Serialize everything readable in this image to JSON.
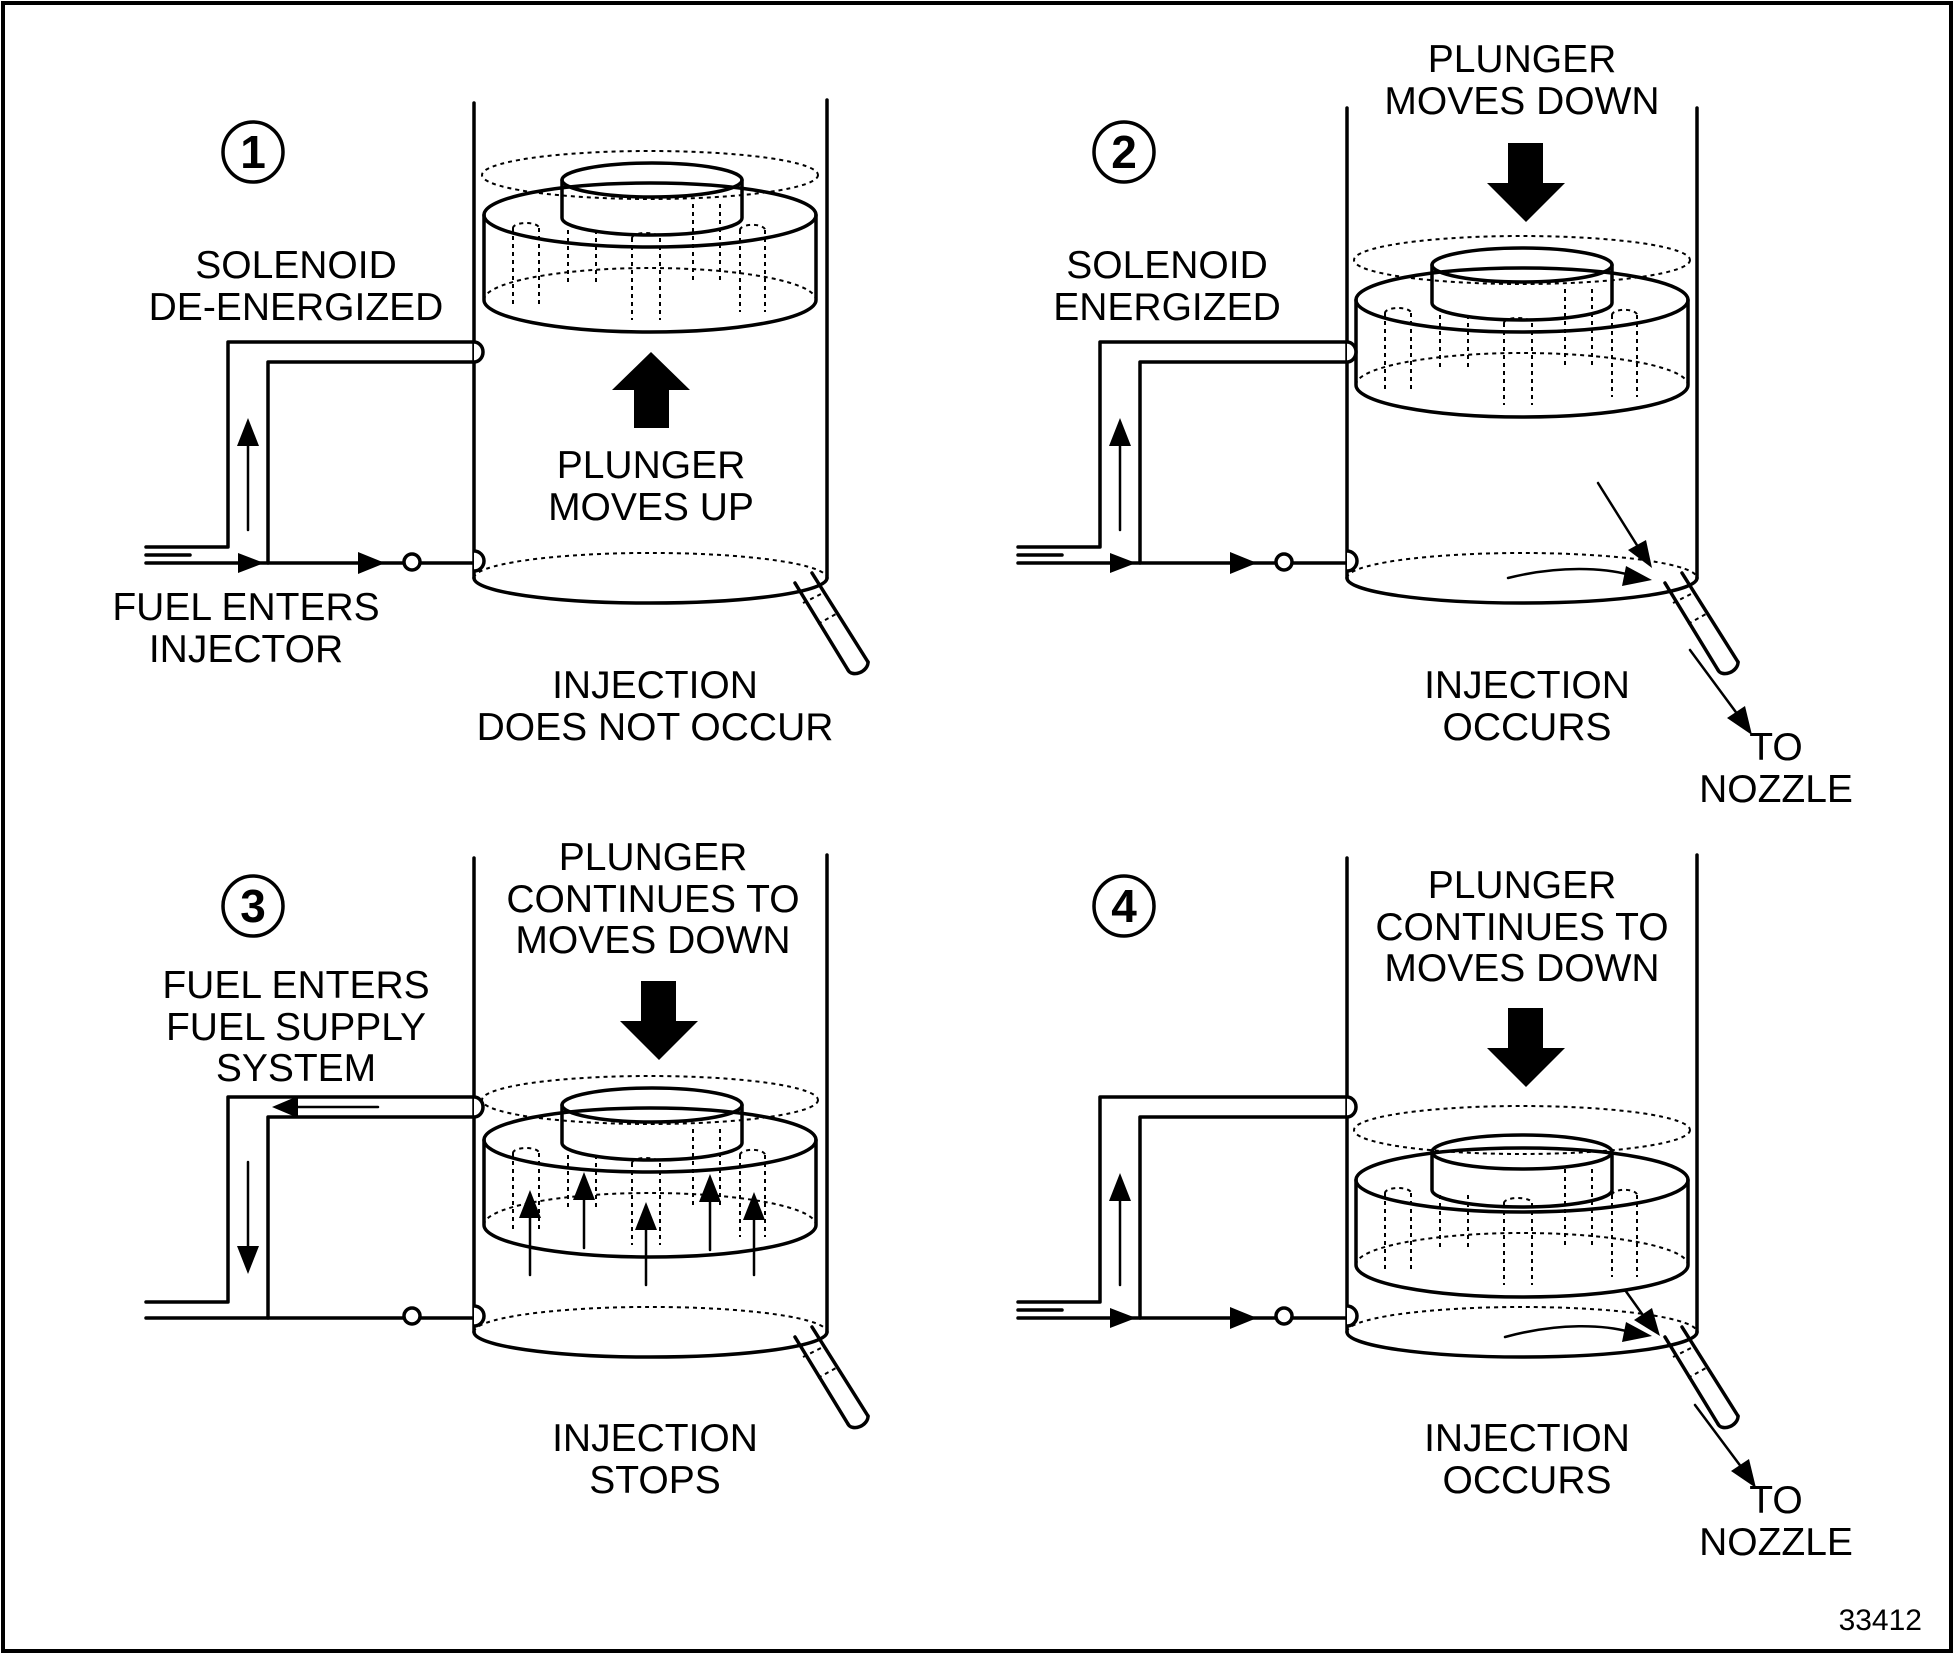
{
  "figure_number": "33412",
  "panels": [
    {
      "number": "1",
      "labels": {
        "solenoid": [
          "SOLENOID",
          "DE-ENERGIZED"
        ],
        "plunger": [
          "PLUNGER",
          "MOVES UP"
        ],
        "fuel": [
          "FUEL ENTERS",
          "INJECTOR"
        ],
        "injection": [
          "INJECTION",
          "DOES NOT OCCUR"
        ]
      }
    },
    {
      "number": "2",
      "labels": {
        "plunger": [
          "PLUNGER",
          "MOVES DOWN"
        ],
        "solenoid": [
          "SOLENOID",
          "ENERGIZED"
        ],
        "injection": [
          "INJECTION",
          "OCCURS"
        ],
        "nozzle": [
          "TO",
          "NOZZLE"
        ]
      }
    },
    {
      "number": "3",
      "labels": {
        "plunger": [
          "PLUNGER",
          "CONTINUES TO",
          "MOVES DOWN"
        ],
        "fuel": [
          "FUEL ENTERS",
          "FUEL SUPPLY",
          "SYSTEM"
        ],
        "injection": [
          "INJECTION",
          "STOPS"
        ]
      }
    },
    {
      "number": "4",
      "labels": {
        "plunger": [
          "PLUNGER",
          "CONTINUES TO",
          "MOVES DOWN"
        ],
        "injection": [
          "INJECTION",
          "OCCURS"
        ],
        "nozzle": [
          "TO",
          "NOZZLE"
        ]
      }
    }
  ]
}
